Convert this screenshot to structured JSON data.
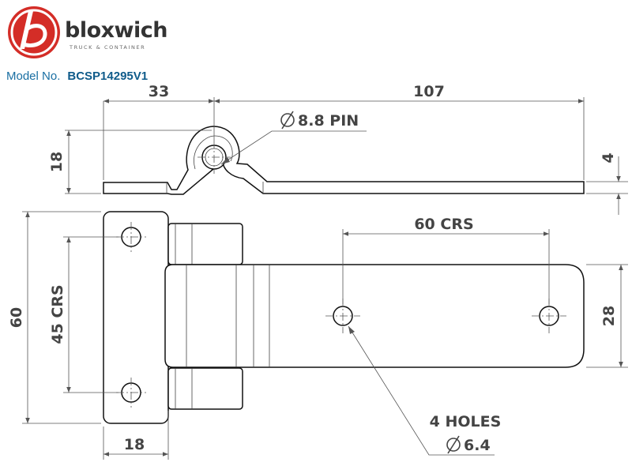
{
  "logo": {
    "brand_name": "bloxwich",
    "tagline": "TRUCK & CONTAINER",
    "emblem_letter": "b"
  },
  "model": {
    "label": "Model No.",
    "value": "BCSP14295V1"
  },
  "side_view": {
    "dim_left_length": "33",
    "dim_right_length": "107",
    "dim_height": "18",
    "dim_thickness": "4",
    "pin_callout": "8.8 PIN"
  },
  "front_view": {
    "dim_overall_height": "60",
    "dim_hole_spacing_vertical": "45 CRS",
    "dim_leaf_width": "18",
    "dim_hole_spacing_horizontal": "60 CRS",
    "dim_strap_width": "28",
    "holes_callout_line1": "4 HOLES",
    "holes_callout_line2": "6.4"
  },
  "colors": {
    "logo_red": "#d42d27",
    "model_label": "#1a6fa3",
    "model_value": "#0f5b8a",
    "outline": "#111111",
    "dimension": "#444444"
  }
}
